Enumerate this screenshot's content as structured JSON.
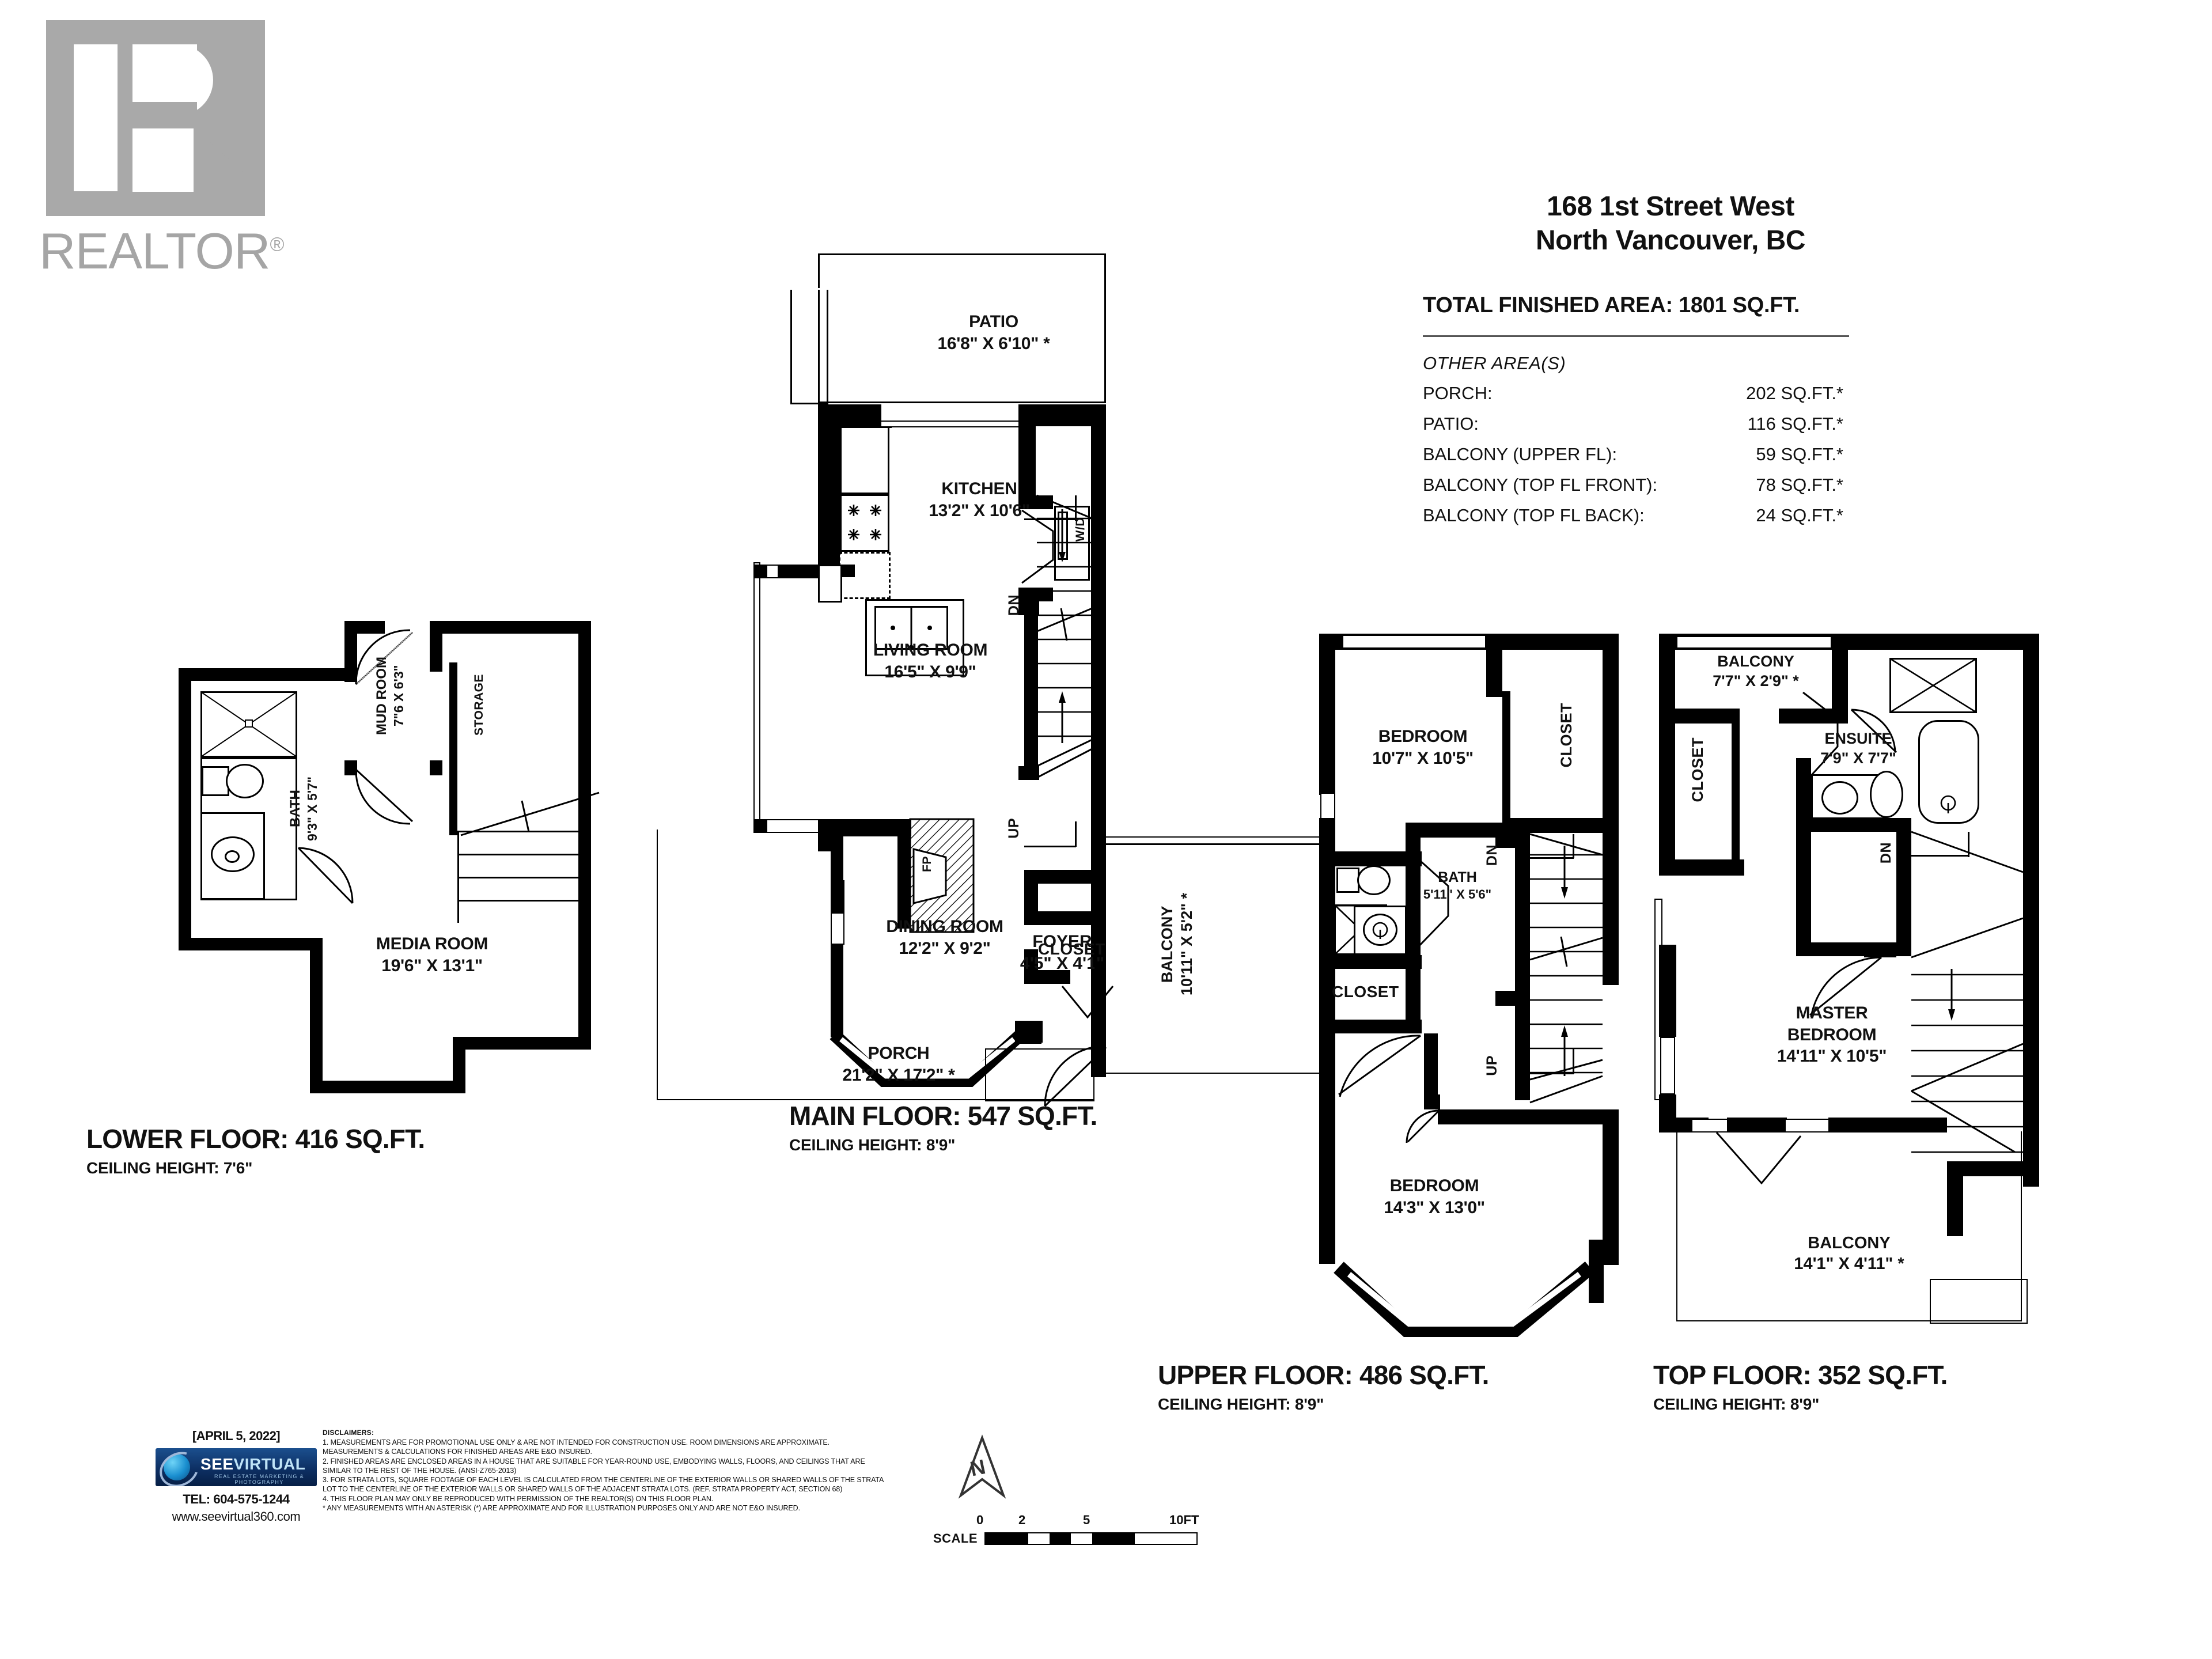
{
  "logo": {
    "brand": "REALTOR",
    "registered": "®"
  },
  "header": {
    "address_line1": "168 1st Street West",
    "address_line2": "North Vancouver, BC",
    "total_label": "TOTAL FINISHED AREA:  1801 SQ.FT.",
    "other_areas_title": "OTHER AREA(S)",
    "other_areas": [
      {
        "label": "PORCH:",
        "value": "202 SQ.FT.*"
      },
      {
        "label": "PATIO:",
        "value": "116 SQ.FT.*"
      },
      {
        "label": "BALCONY (UPPER FL):",
        "value": "59 SQ.FT.*"
      },
      {
        "label": "BALCONY (TOP FL FRONT):",
        "value": "78 SQ.FT.*"
      },
      {
        "label": "BALCONY (TOP FL BACK):",
        "value": "24 SQ.FT.*"
      }
    ]
  },
  "floors": {
    "lower": {
      "caption": "LOWER FLOOR: 416 SQ.FT.",
      "ceiling": "CEILING HEIGHT: 7'6\"",
      "rooms": {
        "bath_name": "BATH",
        "bath_dim": "9'3\" X 5'7\"",
        "mud_name": "MUD ROOM",
        "mud_dim": "7\"6 X 6'3\"",
        "storage": "STORAGE",
        "media_name": "MEDIA ROOM",
        "media_dim": "19'6\" X 13'1\""
      }
    },
    "main": {
      "caption": "MAIN FLOOR: 547 SQ.FT.",
      "ceiling": "CEILING HEIGHT: 8'9\"",
      "rooms": {
        "patio_name": "PATIO",
        "patio_dim": "16'8\" X 6'10\" *",
        "kitchen_name": "KITCHEN",
        "kitchen_dim": "13'2\" X 10'6\"",
        "living_name": "LIVING ROOM",
        "living_dim": "16'5\" X 9'9\"",
        "dining_name": "DINING ROOM",
        "dining_dim": "12'2\" X 9'2\"",
        "foyer_name": "FOYER",
        "foyer_dim": "4'5\" X 4'1\"",
        "closet": "CLOSET",
        "porch_name": "PORCH",
        "porch_dim": "21'2\" X 17'2\" *",
        "wd": "W/D",
        "fp": "FP",
        "dn": "DN",
        "up": "UP"
      }
    },
    "upper": {
      "caption": "UPPER FLOOR: 486 SQ.FT.",
      "ceiling": "CEILING HEIGHT: 8'9\"",
      "rooms": {
        "bedroom1_name": "BEDROOM",
        "bedroom1_dim": "10'7\" X 10'5\"",
        "closet_right": "CLOSET",
        "bath_name": "BATH",
        "bath_dim": "5'11\" X 5'6\"",
        "closet_mid": "CLOSET",
        "balcony_name": "BALCONY",
        "balcony_dim": "10'11\" X 5'2\" *",
        "bedroom2_name": "BEDROOM",
        "bedroom2_dim": "14'3\" X 13'0\"",
        "dn": "DN",
        "up": "UP"
      }
    },
    "top": {
      "caption": "TOP FLOOR: 352 SQ.FT.",
      "ceiling": "CEILING HEIGHT: 8'9\"",
      "rooms": {
        "balcony_top_name": "BALCONY",
        "balcony_top_dim": "7'7\" X 2'9\" *",
        "ensuite_name": "ENSUITE",
        "ensuite_dim": "7'9\" X 7'7\"",
        "closet": "CLOSET",
        "master_name1": "MASTER",
        "master_name2": "BEDROOM",
        "master_dim": "14'11\" X 10'5\"",
        "balcony_bot_name": "BALCONY",
        "balcony_bot_dim": "14'1\" X 4'11\" *",
        "dn": "DN"
      }
    }
  },
  "footer": {
    "date": "[APRIL 5, 2022]",
    "company_see": "SEE",
    "company_virtual": "VIRTUAL",
    "company_sub": "REAL ESTATE MARKETING & PHOTOGRAPHY",
    "tel": "TEL: 604-575-1244",
    "web": "www.seevirtual360.com",
    "disclaimer_heading": "DISCLAIMERS:",
    "disclaimer_lines": [
      "1. MEASUREMENTS ARE FOR PROMOTIONAL USE ONLY & ARE NOT INTENDED FOR CONSTRUCTION USE. ROOM DIMENSIONS ARE APPROXIMATE.",
      "MEASUREMENTS & CALCULATIONS FOR FINISHED AREAS ARE E&O INSURED.",
      "2. FINISHED AREAS ARE ENCLOSED AREAS IN A HOUSE THAT ARE SUITABLE FOR YEAR-ROUND USE, EMBODYING WALLS, FLOORS, AND CEILINGS THAT ARE",
      "SIMILAR TO THE REST OF THE HOUSE. (ANSI-Z765-2013)",
      "3. FOR STRATA LOTS, SQUARE FOOTAGE OF EACH LEVEL IS CALCULATED FROM THE CENTERLINE OF THE EXTERIOR WALLS OR SHARED WALLS OF THE STRATA",
      "LOT TO THE CENTERLINE OF THE EXTERIOR WALLS OR SHARED WALLS OF THE ADJACENT STRATA LOTS. (REF. STRATA PROPERTY ACT, SECTION 68)",
      "4. THIS FLOOR PLAN MAY ONLY BE REPRODUCED WITH PERMISSION OF THE REALTOR(S) ON THIS FLOOR PLAN.",
      "* ANY MEASUREMENTS WITH AN ASTERISK (*) ARE APPROXIMATE AND FOR ILLUSTRATION PURPOSES ONLY AND ARE NOT E&O INSURED."
    ],
    "scale_word": "SCALE",
    "scale_ticks": [
      "0",
      "2",
      "5",
      "10FT"
    ],
    "north": "N"
  }
}
